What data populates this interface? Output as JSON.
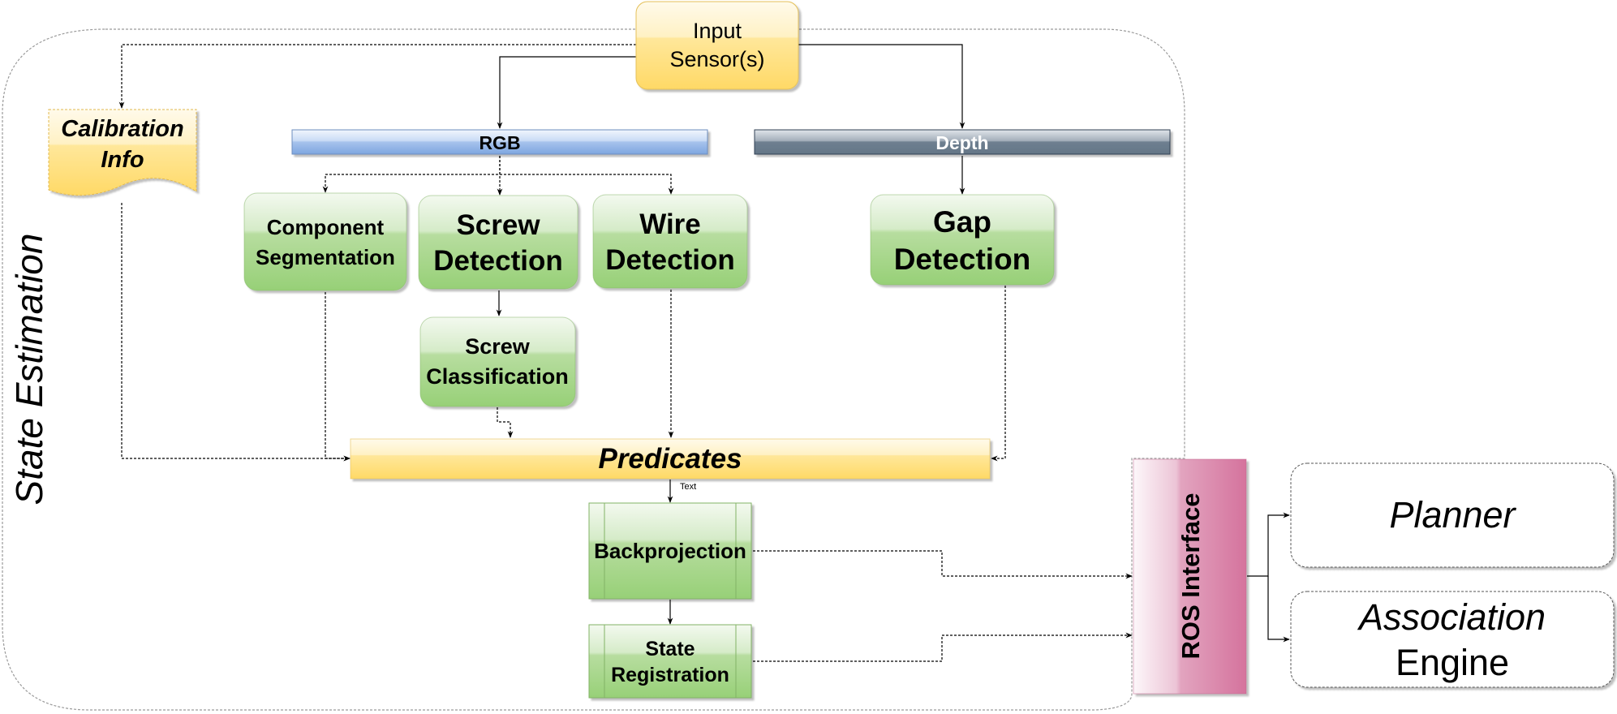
{
  "diagram": {
    "container": {
      "label": "State Estimation"
    },
    "nodes": {
      "input_sensors": {
        "lines": [
          "Input",
          "Sensor(s)"
        ]
      },
      "calibration_info": {
        "lines": [
          "Calibration",
          "Info"
        ]
      },
      "rgb": {
        "label": "RGB"
      },
      "depth": {
        "label": "Depth"
      },
      "component_segmentation": {
        "lines": [
          "Component",
          "Segmentation"
        ]
      },
      "screw_detection": {
        "lines": [
          "Screw",
          "Detection"
        ]
      },
      "wire_detection": {
        "lines": [
          "Wire",
          "Detection"
        ]
      },
      "gap_detection": {
        "lines": [
          "Gap",
          "Detection"
        ]
      },
      "screw_classification": {
        "lines": [
          "Screw",
          "Classification"
        ]
      },
      "predicates": {
        "label": "Predicates"
      },
      "backprojection": {
        "label": "Backprojection"
      },
      "state_registration": {
        "lines": [
          "State",
          "Registration"
        ]
      },
      "ros_interface": {
        "label": "ROS Interface"
      },
      "planner": {
        "label": "Planner"
      },
      "association_engine": {
        "lines": [
          "Association",
          "Engine"
        ]
      }
    },
    "edge_labels": {
      "predicates_to_backprojection": "Text"
    },
    "colors": {
      "yellow_top": "#fff4c3",
      "yellow_bottom": "#ffd966",
      "green_top": "#f1f8ec",
      "green_bottom": "#97d077",
      "blue_top": "#eaf2fd",
      "blue_bottom": "#7ea6e0",
      "slate_top": "#d5dbe2",
      "slate_bottom": "#647687",
      "pink_light": "#fdf5f9",
      "pink_dark": "#d5739d"
    }
  }
}
